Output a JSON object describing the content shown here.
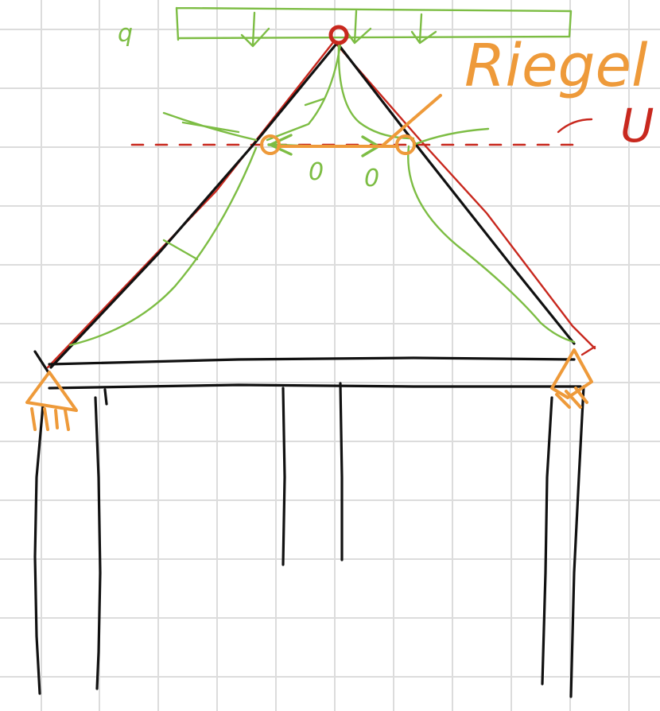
{
  "labels": {
    "riegel": "Riegel",
    "red_mark": "U",
    "q_load": "q",
    "force_left": "0",
    "force_right": "0"
  },
  "colors": {
    "background": "#ffffff",
    "grid": "#dcdcdc",
    "structure": "#111111",
    "deformed": "#c8281e",
    "load_and_moment": "#7dbd44",
    "supports_and_hinges": "#ee9a3a"
  }
}
